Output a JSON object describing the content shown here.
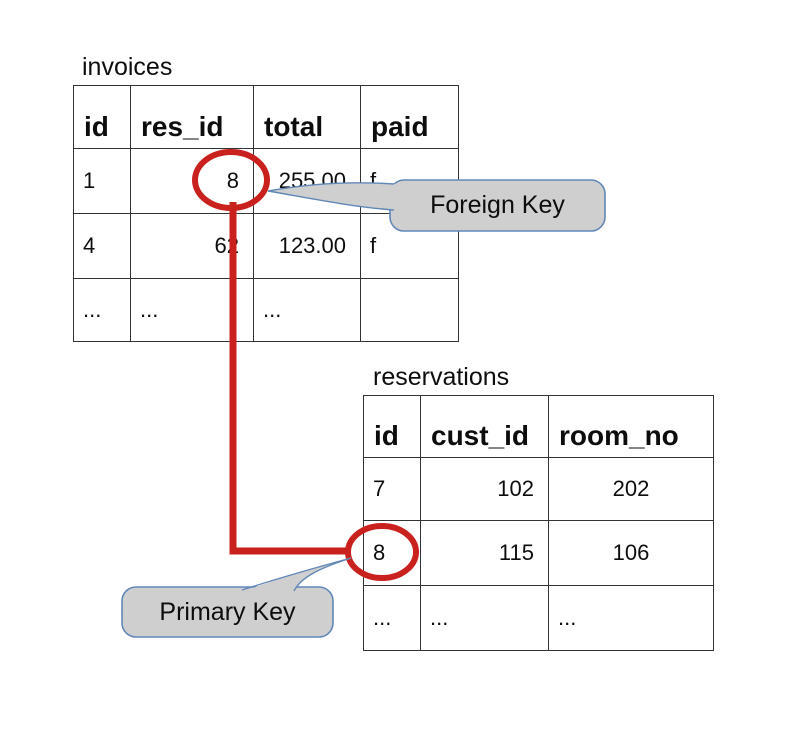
{
  "diagram": {
    "background": "#ffffff",
    "accent_red": "#c9211e",
    "callout_fill": "#cfcfd0",
    "callout_border": "#6288b8",
    "table_border": "#333333",
    "text_color": "#0d0d0d"
  },
  "invoices": {
    "title": "invoices",
    "columns": [
      "id",
      "res_id",
      "total",
      "paid"
    ],
    "rows": [
      [
        "1",
        "8",
        "255.00",
        "f"
      ],
      [
        "4",
        "62",
        "123.00",
        "f"
      ],
      [
        "...",
        "...",
        "...",
        ""
      ]
    ]
  },
  "reservations": {
    "title": "reservations",
    "columns": [
      "id",
      "cust_id",
      "room_no"
    ],
    "rows": [
      [
        "7",
        "102",
        "202"
      ],
      [
        "8",
        "115",
        "106"
      ],
      [
        "...",
        "...",
        "..."
      ]
    ]
  },
  "callouts": {
    "foreign_key_label": "Foreign Key",
    "primary_key_label": "Primary Key"
  },
  "relationship": {
    "circled_foreign_key_value": "8",
    "circled_primary_key_value": "8"
  }
}
